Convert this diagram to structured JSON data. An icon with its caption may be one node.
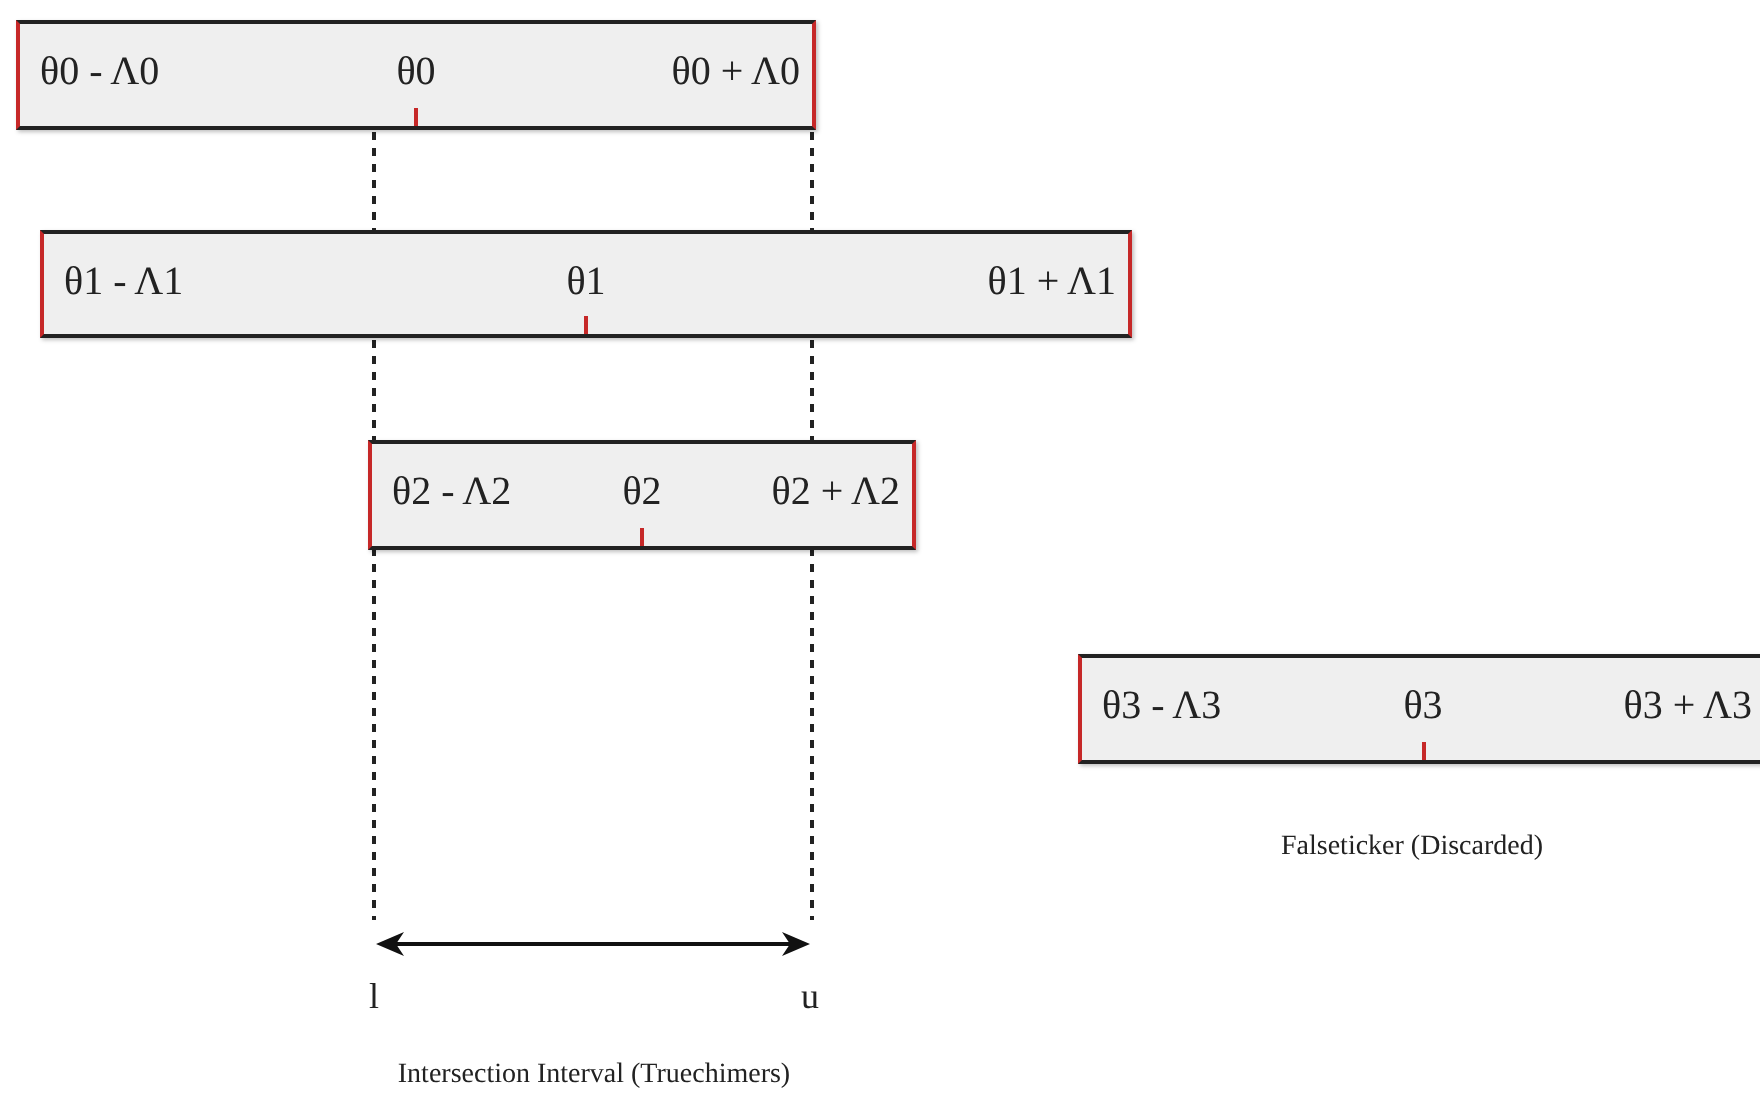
{
  "diagram": {
    "nodes": [
      {
        "text": [
          "θ0 - Λ0",
          "θ0",
          "θ0 + Λ0"
        ]
      },
      {
        "text": [
          "θ1 - Λ1",
          "θ1",
          "θ1 + Λ1"
        ]
      },
      {
        "text": [
          "θ2 - Λ2",
          "θ2",
          "θ2 + Λ2"
        ]
      },
      {
        "text": [
          "θ3 - Λ3",
          "θ3",
          "θ3 + Λ3"
        ],
        "beside": [
          "Falseticker (Discarded)"
        ]
      }
    ],
    "labels": [
      "l",
      "u",
      "Intersection Interval (Truechimers)"
    ]
  }
}
